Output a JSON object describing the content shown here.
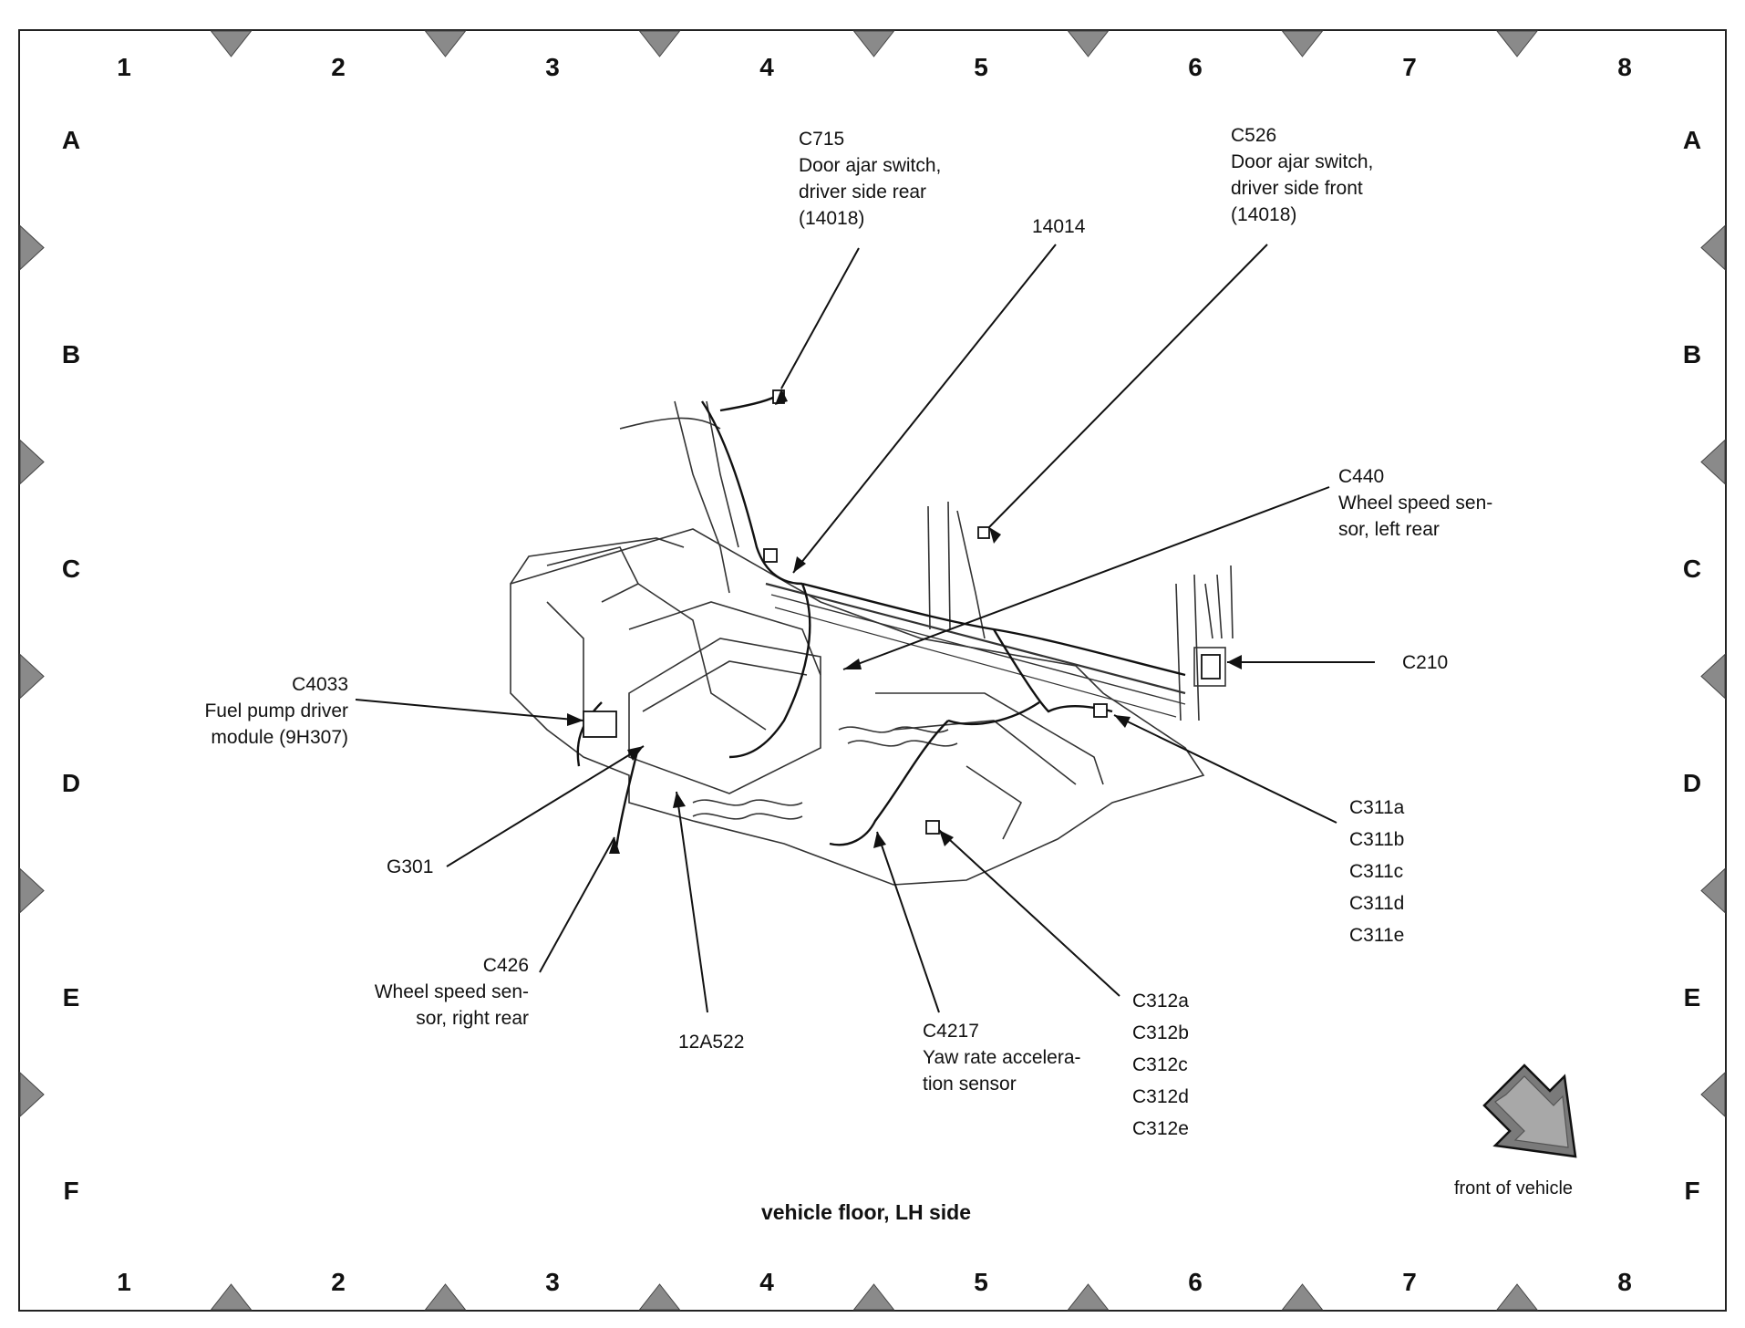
{
  "grid": {
    "columns": [
      "1",
      "2",
      "3",
      "4",
      "5",
      "6",
      "7",
      "8"
    ],
    "rows": [
      "A",
      "B",
      "C",
      "D",
      "E",
      "F"
    ]
  },
  "title": "vehicle floor, LH side",
  "front_label": "front of vehicle",
  "callouts": {
    "c715": {
      "code": "C715",
      "desc": [
        "Door ajar switch,",
        "driver side rear",
        "(14018)"
      ]
    },
    "w14014": {
      "code": "14014"
    },
    "c526": {
      "code": "C526",
      "desc": [
        "Door ajar switch,",
        "driver side front",
        "(14018)"
      ]
    },
    "c440": {
      "code": "C440",
      "desc": [
        "Wheel speed sen-",
        "sor, left rear"
      ]
    },
    "c210": {
      "code": "C210"
    },
    "c4033": {
      "code": "C4033",
      "desc": [
        "Fuel pump driver",
        "module (9H307)"
      ]
    },
    "c311": {
      "codes": [
        "C311a",
        "C311b",
        "C311c",
        "C311d",
        "C311e"
      ]
    },
    "g301": {
      "code": "G301"
    },
    "c426": {
      "code": "C426",
      "desc": [
        "Wheel speed sen-",
        "sor, right rear"
      ]
    },
    "w12a522": {
      "code": "12A522"
    },
    "c4217": {
      "code": "C4217",
      "desc": [
        "Yaw rate accelera-",
        "tion sensor"
      ]
    },
    "c312": {
      "codes": [
        "C312a",
        "C312b",
        "C312c",
        "C312d",
        "C312e"
      ]
    }
  },
  "colors": {
    "line": "#111111",
    "marker": "#8a8a8a",
    "arrow_fill": "#7a7a7a"
  }
}
